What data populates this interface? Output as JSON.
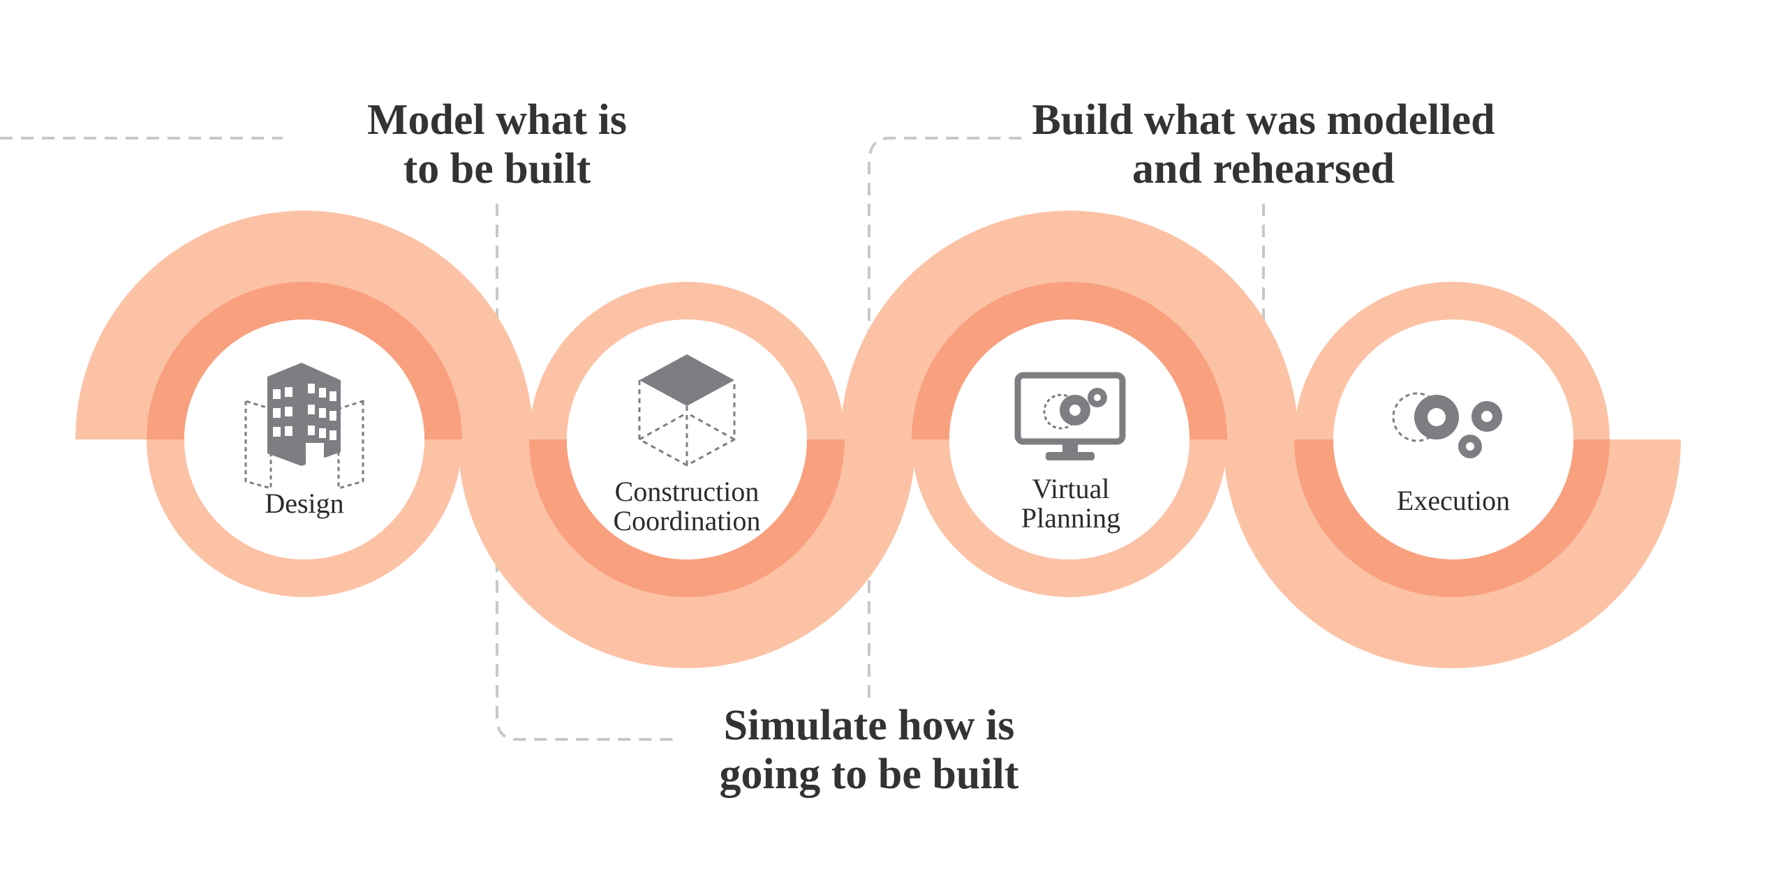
{
  "colors": {
    "band_light": "#fcc2a6",
    "band_dark": "#f9a07f",
    "icon_gray": "#7d7d82",
    "guide_gray": "#c8c8c8",
    "text": "#333333"
  },
  "headings": {
    "model": [
      "Model what is",
      "to be built"
    ],
    "simulate": [
      "Simulate how is",
      "going to be built"
    ],
    "build": [
      "Build what was modelled",
      "and rehearsed"
    ]
  },
  "stages": [
    {
      "lines": [
        "Design"
      ],
      "icon": "building-icon"
    },
    {
      "lines": [
        "Construction",
        "Coordination"
      ],
      "icon": "wireframe-cube-icon"
    },
    {
      "lines": [
        "Virtual",
        "Planning"
      ],
      "icon": "monitor-gears-icon"
    },
    {
      "lines": [
        "Execution"
      ],
      "icon": "gears-icon"
    }
  ]
}
